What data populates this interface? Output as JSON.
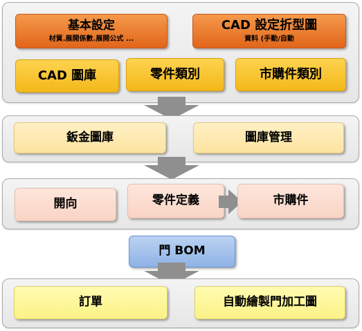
{
  "row1": {
    "basic_settings": {
      "title": "基本設定",
      "subtitle": "材質.展開係數.展開公式 ..."
    },
    "cad_fold": {
      "title": "CAD 設定折型圖",
      "subtitle": "資料 (手動/自動"
    },
    "cad_library": "CAD 圖庫",
    "part_category": "零件類別",
    "purchased_category": "市購件類別"
  },
  "row2": {
    "sheet_metal_library": "鈑金圖庫",
    "library_management": "圖庫管理"
  },
  "row3": {
    "opening": "開向",
    "part_definition": "零件定義",
    "purchased_part": "市購件"
  },
  "door_bom": "門 BOM",
  "row4": {
    "order": "訂單",
    "auto_drawing": "自動繪製門加工圖"
  },
  "colors": {
    "orange": "#e9792e",
    "yellow": "#f8c22b",
    "cream": "#fde9b0",
    "peach": "#fbdccf",
    "blue": "#9fbfea",
    "lemon": "#fdf59a",
    "panel": "#ececec",
    "arrow": "#8f8f8f"
  },
  "icons": [
    "down-arrow-icon",
    "right-arrow-icon"
  ]
}
